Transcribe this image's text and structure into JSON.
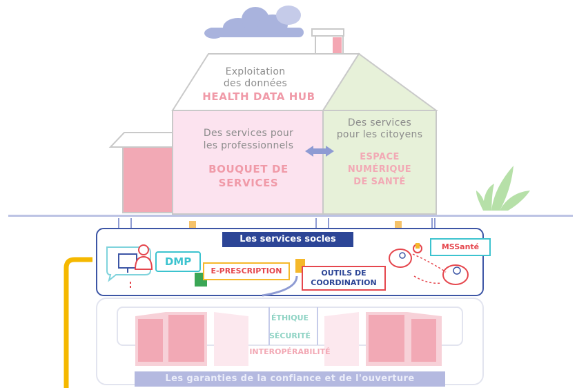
{
  "house": {
    "roof_title_line1": "Exploitation",
    "roof_title_line2": "des données",
    "roof_title_line3": "HEALTH DATA HUB",
    "pro_line1": "Des services pour",
    "pro_line2": "les professionnels",
    "pro_title_line1": "BOUQUET DE",
    "pro_title_line2": "SERVICES",
    "citizen_line1": "Des services",
    "citizen_line2": "pour les citoyens",
    "citizen_title_line1": "ESPACE",
    "citizen_title_line2": "NUMÉRIQUE",
    "citizen_title_line3": "DE SANTÉ"
  },
  "socle": {
    "title": "Les services socles",
    "dmp": "DMP",
    "eprescription": "E-PRESCRIPTION",
    "outils_line1": "OUTILS DE",
    "outils_line2": "COORDINATION",
    "mssante": "MSSanté"
  },
  "foundations": {
    "ethique": "ÉTHIQUE",
    "securite": "SÉCURITÉ",
    "interop": "INTEROPÉRABILITÉ",
    "banner": "Les garanties de la confiance et de l'ouverture"
  },
  "colors": {
    "navy": "#2c4596",
    "teal": "#3cc3cf",
    "red": "#e5464d",
    "yellow": "#f5b82a",
    "green": "#3aa655",
    "orange_bracket": "#f5b800"
  },
  "icons": [
    "cloud-icon",
    "chimney-icon",
    "bidirectional-arrow-icon",
    "plant-icon",
    "doctor-monitor-icon",
    "people-network-icon"
  ]
}
